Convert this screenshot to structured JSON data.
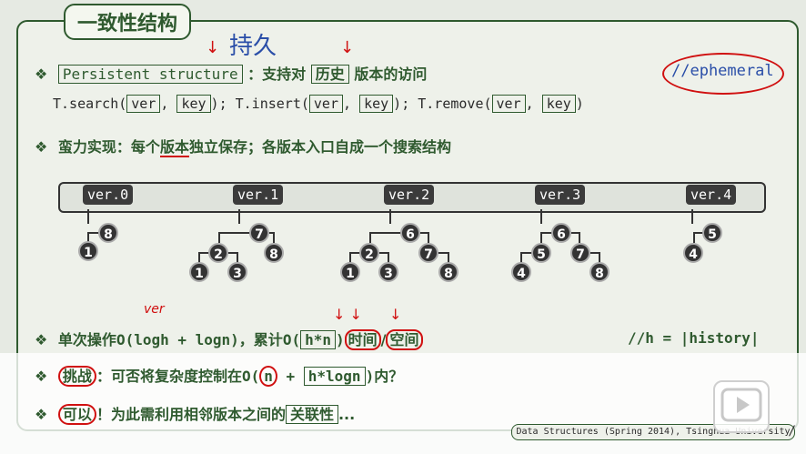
{
  "title": "一致性结构",
  "handwriting": {
    "chijiu": "持久",
    "ephemeral": "//ephemeral",
    "ver_note": "ver"
  },
  "line1": {
    "term": "Persistent structure",
    "text_a": "：支持对",
    "history": "历史",
    "text_b": "版本的访问"
  },
  "line2": {
    "search": "T.search(",
    "insert": "; T.insert(",
    "remove": "; T.remove(",
    "ver": "ver",
    "sep": ", ",
    "key": "key",
    "close": ")"
  },
  "line3": {
    "text_a": "蛮力实现：每个",
    "banben": "版本",
    "text_b": "独立保存；各版本入口自成一个搜索结构"
  },
  "versions": [
    "ver.0",
    "ver.1",
    "ver.2",
    "ver.3",
    "ver.4"
  ],
  "trees": {
    "v0": [
      "8",
      "1"
    ],
    "v1": [
      "7",
      "2",
      "8",
      "1",
      "3"
    ],
    "v2": [
      "6",
      "2",
      "7",
      "1",
      "3",
      "8"
    ],
    "v3": [
      "6",
      "5",
      "7",
      "4",
      "8"
    ],
    "v4": [
      "5",
      "4"
    ]
  },
  "line4": {
    "text_a": "单次操作",
    "cost1": "O(logh + logn)",
    "text_b": "，累计",
    "cost2_a": "O(",
    "hn": "h*n",
    "cost2_b": ")",
    "time": "时间",
    "sep": "/",
    "space": "空间",
    "h_def": "//h = |history|"
  },
  "line5": {
    "challenge": "挑战",
    "text_a": "：可否将复杂度控制在",
    "o_open": "O(",
    "n": "n",
    "plus": " + ",
    "hlogn": "h*logn",
    "o_close": ")",
    "text_b": "内？"
  },
  "line6": {
    "yes": "可以",
    "text_a": "！为此需利用相邻版本之间的",
    "relation": "关联性",
    "text_b": "..."
  },
  "footer": "Data Structures (Spring 2014), Tsinghua University",
  "corner": "/",
  "colors": {
    "accent": "#2f5a2f",
    "ink_red": "#d01010",
    "ink_blue": "#2a4ea8"
  }
}
